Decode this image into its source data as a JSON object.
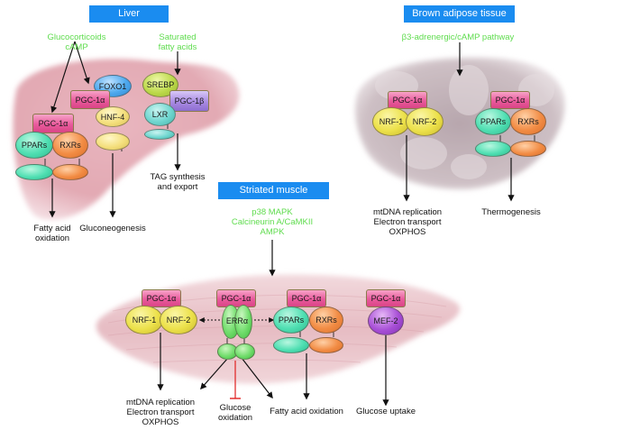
{
  "panels": {
    "liver": {
      "title": "Liver",
      "stimulus_left": [
        "Glucocorticoids",
        "cAMP"
      ],
      "stimulus_right": [
        "Saturated",
        "fatty acids"
      ],
      "proteins": {
        "foxo1": "FOXO1",
        "pgc1a_upper": "PGC-1α",
        "hnf4": "HNF-4",
        "pgc1a_lower": "PGC-1α",
        "ppars": "PPARs",
        "rxrs": "RXRs",
        "srebp": "SREBP",
        "pgc1b": "PGC-1β",
        "lxr": "LXR"
      },
      "outputs": {
        "fatty_acid": [
          "Fatty acid",
          "oxidation"
        ],
        "gluconeogenesis": [
          "Gluconeogenesis"
        ],
        "tag": [
          "TAG synthesis",
          "and export"
        ]
      }
    },
    "brown_adipose": {
      "title": "Brown adipose tissue",
      "stimulus": "β3-adrenergic/cAMP pathway",
      "proteins": {
        "pgc1a_left": "PGC-1α",
        "nrf1": "NRF-1",
        "nrf2": "NRF-2",
        "pgc1a_right": "PGC-1α",
        "ppars": "PPARs",
        "rxrs": "RXRs"
      },
      "outputs": {
        "mito": [
          "mtDNA replication",
          "Electron transport",
          "OXPHOS"
        ],
        "thermogenesis": [
          "Thermogenesis"
        ]
      }
    },
    "striated_muscle": {
      "title": "Striated muscle",
      "stimulus": [
        "p38 MAPK",
        "Calcineurin A/CaMKII",
        "AMPK"
      ],
      "proteins": {
        "pgc1a_1": "PGC-1α",
        "nrf1": "NRF-1",
        "nrf2": "NRF-2",
        "pgc1a_2": "PGC-1α",
        "erra": "ERRα",
        "pgc1a_3": "PGC-1α",
        "ppars": "PPARs",
        "rxrs": "RXRs",
        "pgc1a_4": "PGC-1α",
        "mef2": "MEF-2"
      },
      "outputs": {
        "mito": [
          "mtDNA replication",
          "Electron transport",
          "OXPHOS"
        ],
        "glucose_oxidation": [
          "Glucose",
          "oxidation"
        ],
        "fatty_acid": [
          "Fatty acid oxidation"
        ],
        "glucose_uptake": [
          "Glucose uptake"
        ]
      }
    }
  },
  "colors": {
    "title_box": "#1a8cf0",
    "stimulus_text": "#5fdc4e",
    "inhibition": "#e02020",
    "liver_tissue": "#e7b7bd",
    "brown_adipose_tissue": "#cdbfc4",
    "muscle_tissue": "#e9c6cb"
  }
}
